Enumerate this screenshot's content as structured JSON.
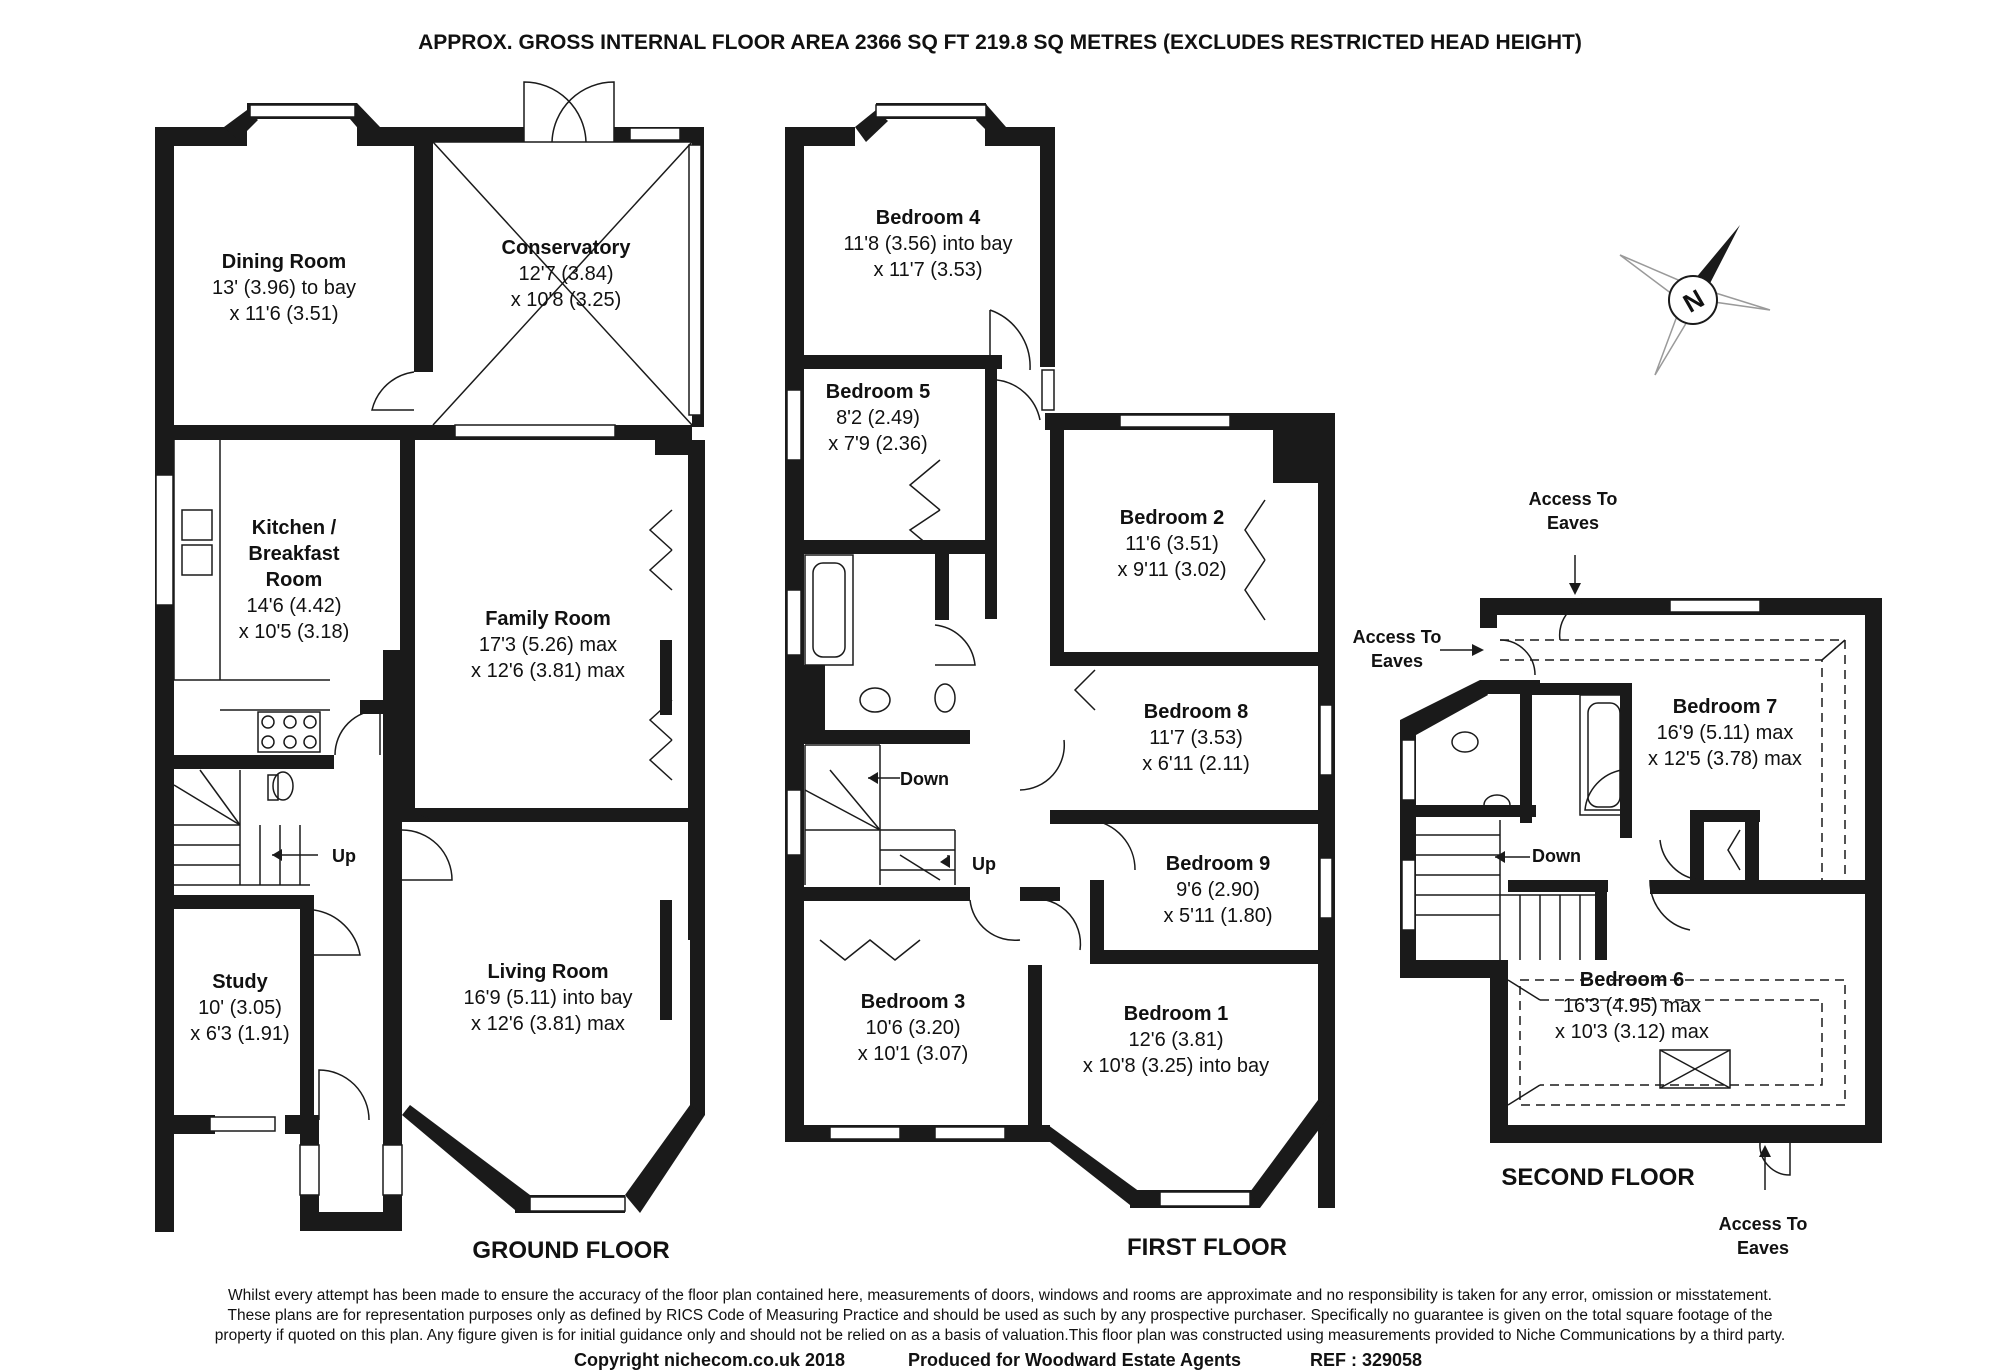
{
  "header": {
    "title": "APPROX. GROSS INTERNAL FLOOR AREA 2366 SQ FT 219.8 SQ METRES (EXCLUDES RESTRICTED HEAD HEIGHT)"
  },
  "floors": {
    "ground": "GROUND FLOOR",
    "first": "FIRST FLOOR",
    "second": "SECOND FLOOR"
  },
  "rooms": {
    "dining": {
      "name": "Dining Room",
      "d1": "13' (3.96) to bay",
      "d2": "x 11'6 (3.51)"
    },
    "conservatory": {
      "name": "Conservatory",
      "d1": "12'7 (3.84)",
      "d2": "x 10'8 (3.25)"
    },
    "kitchen": {
      "name1": "Kitchen /",
      "name2": "Breakfast",
      "name3": "Room",
      "d1": "14'6 (4.42)",
      "d2": "x 10'5 (3.18)"
    },
    "family": {
      "name": "Family Room",
      "d1": "17'3 (5.26) max",
      "d2": "x 12'6 (3.81) max"
    },
    "study": {
      "name": "Study",
      "d1": "10' (3.05)",
      "d2": "x 6'3 (1.91)"
    },
    "living": {
      "name": "Living Room",
      "d1": "16'9 (5.11) into bay",
      "d2": "x 12'6 (3.81) max"
    },
    "bed4": {
      "name": "Bedroom 4",
      "d1": "11'8 (3.56) into bay",
      "d2": "x 11'7 (3.53)"
    },
    "bed5": {
      "name": "Bedroom 5",
      "d1": "8'2 (2.49)",
      "d2": "x 7'9 (2.36)"
    },
    "bed2": {
      "name": "Bedroom 2",
      "d1": "11'6 (3.51)",
      "d2": "x 9'11 (3.02)"
    },
    "bed8": {
      "name": "Bedroom 8",
      "d1": "11'7 (3.53)",
      "d2": "x 6'11 (2.11)"
    },
    "bed9": {
      "name": "Bedroom 9",
      "d1": "9'6 (2.90)",
      "d2": "x 5'11 (1.80)"
    },
    "bed3": {
      "name": "Bedroom 3",
      "d1": "10'6 (3.20)",
      "d2": "x 10'1 (3.07)"
    },
    "bed1": {
      "name": "Bedroom 1",
      "d1": "12'6 (3.81)",
      "d2": "x 10'8 (3.25) into bay"
    },
    "bed7": {
      "name": "Bedroom 7",
      "d1": "16'9 (5.11) max",
      "d2": "x 12'5 (3.78) max"
    },
    "bed6": {
      "name": "Bedroom 6",
      "d1": "16'3 (4.95) max",
      "d2": "x 10'3 (3.12) max"
    }
  },
  "labels": {
    "up": "Up",
    "down": "Down",
    "access_line1": "Access To",
    "access_line2": "Eaves"
  },
  "compass": {
    "letter": "N"
  },
  "footer": {
    "disclaimer": [
      "Whilst every attempt has been made to ensure the accuracy of the floor plan contained here, measurements of doors, windows and rooms are approximate and no responsibility is taken for any error, omission or misstatement.",
      "These plans are for representation purposes only as defined by RICS Code of Measuring Practice and should be used as such by any prospective purchaser.  Specifically no guarantee is given on the total square footage of the",
      "property if quoted on this plan. Any figure given is for initial guidance only and should not be relied on as a basis of valuation.This floor plan was constructed using measurements provided to Niche Communications by a third party."
    ],
    "copyright": "Copyright nichecom.co.uk 2018",
    "produced": "Produced for Woodward Estate Agents",
    "ref": "REF : 329058"
  }
}
